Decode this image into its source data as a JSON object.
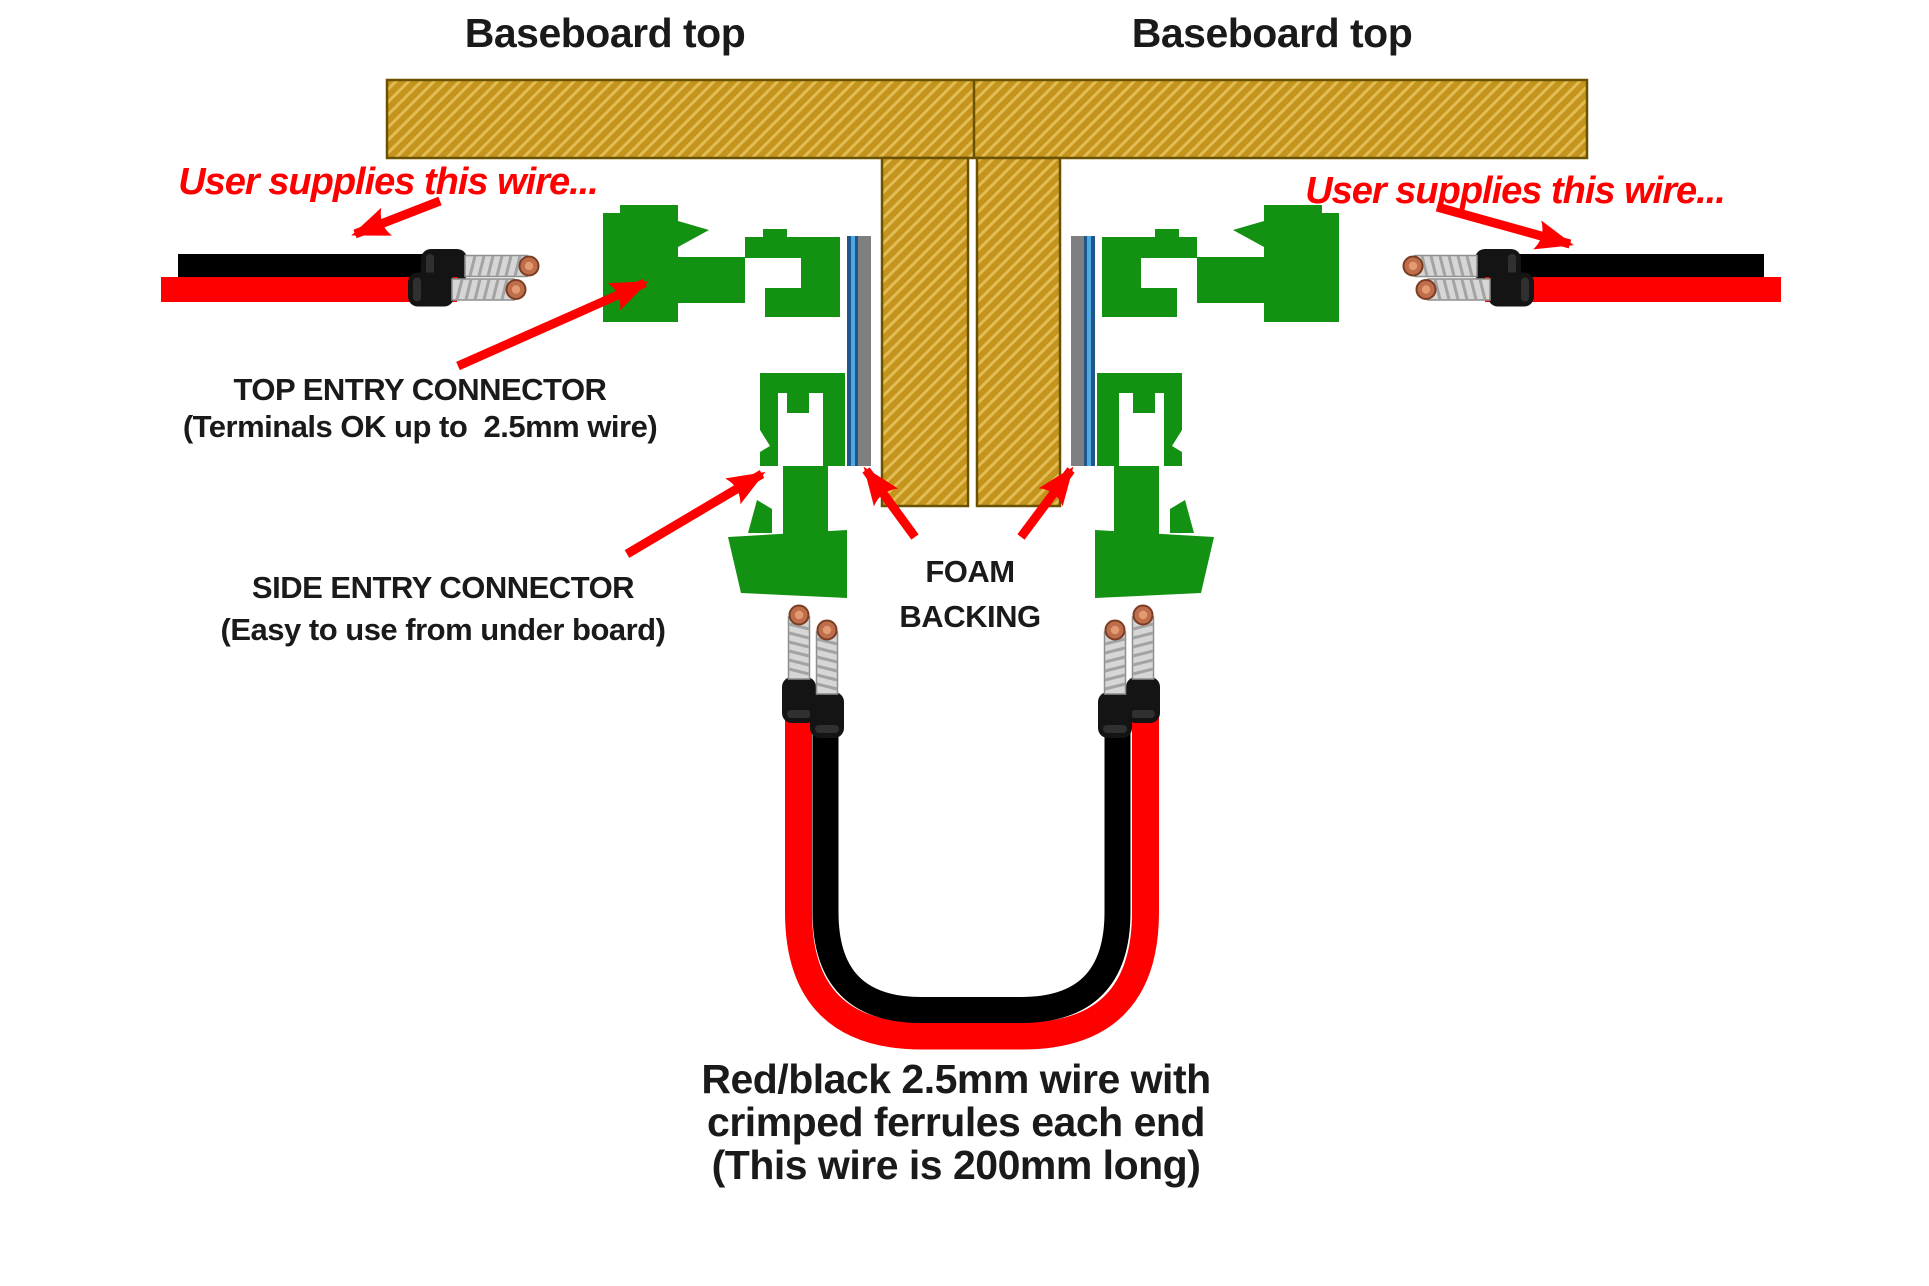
{
  "diagram": {
    "labels": {
      "baseboard_left": "Baseboard top",
      "baseboard_right": "Baseboard top",
      "user_wire_left": "User supplies this wire...",
      "user_wire_right": "User supplies this wire...",
      "top_entry": {
        "lines": [
          "TOP ENTRY CONNECTOR",
          "(Terminals OK up to  2.5mm wire)"
        ]
      },
      "side_entry": {
        "lines": [
          "SIDE ENTRY CONNECTOR",
          "(Easy to use from under board)"
        ]
      },
      "foam": {
        "lines": [
          "FOAM",
          "BACKING"
        ]
      },
      "link_wire": {
        "lines": [
          "Red/black 2.5mm wire with",
          "crimped ferrules each end",
          "(This wire is 200mm long)"
        ]
      }
    },
    "colors": {
      "board_fill": "#C4941C",
      "board_hatch": "#E2BC55",
      "board_border": "#6B5200",
      "connector_green": "#129112",
      "pcb_blue_dark": "#1F568C",
      "pcb_blue_light": "#4FA8E0",
      "foam_gray": "#7F7F7F",
      "wire_red": "#FF0000",
      "wire_black": "#000000",
      "annotation_red": "#FE0000",
      "label_black": "#1A1A1A"
    }
  }
}
